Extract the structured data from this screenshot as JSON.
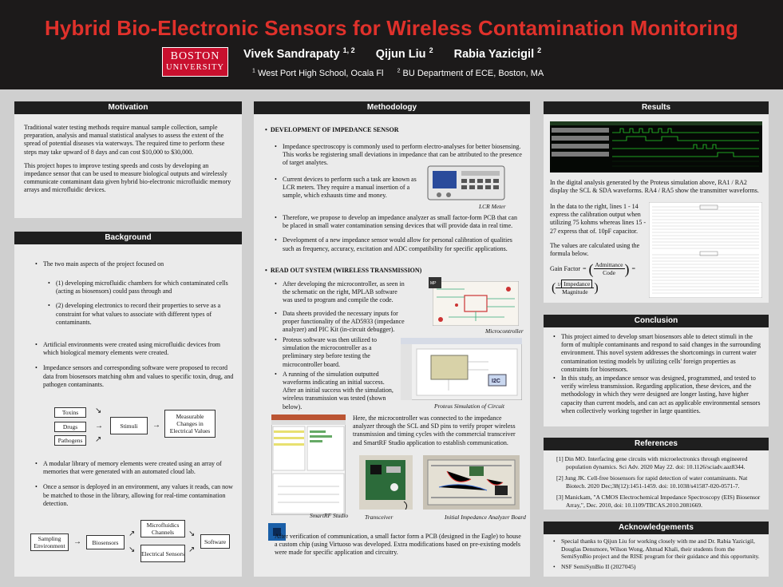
{
  "title": "Hybrid Bio-Electronic Sensors for Wireless Contamination Monitoring",
  "logo": {
    "line1": "BOSTON",
    "line2": "UNIVERSITY"
  },
  "authors": [
    {
      "name": "Vivek Sandrapaty",
      "sup": "1, 2"
    },
    {
      "name": "Qijun Liu",
      "sup": "2"
    },
    {
      "name": "Rabia Yazicigil",
      "sup": "2"
    }
  ],
  "affiliations": [
    {
      "sup": "1",
      "text": "West Port High School, Ocala Fl"
    },
    {
      "sup": "2",
      "text": "BU Department of ECE, Boston, MA"
    }
  ],
  "motivation": {
    "heading": "Motivation",
    "p1": "Traditional water testing methods require manual sample collection, sample preparation, analysis and manual statistical analyses to assess the extent of the spread of potential diseases via waterways. The required time to perform these steps may take upward of 8 days and can cost $10,000 to $30,000.",
    "p2": "This project hopes to improve testing speeds and costs by developing an impedance sensor that can be used to measure biological outputs and wirelessly communicate contaminant data given hybrid bio-electronic microfluidic memory arrays and microfluidic devices."
  },
  "background": {
    "heading": "Background",
    "b1": "The two main aspects of the project focused on",
    "b1a": "(1) developing microfluidic chambers for which contaminated cells (acting as biosensors) could pass through and",
    "b1b": "(2) developing electronics to record their properties to serve as a constraint for what values to associate with different types of contaminants.",
    "b2": "Artificial environments were created using microfluidic devices from which biological memory elements were created.",
    "b3": "Impedance sensors and corresponding software were proposed to record data from biosensors matching ohm and values to specific toxin, drug, and pathogen contaminants.",
    "flow1": {
      "toxins": "Toxins",
      "drugs": "Drugs",
      "pathogens": "Pathogens",
      "stimuli": "Stimuli",
      "changes": "Measurable Changes in Electrical Values"
    },
    "b4": "A modular library of memory elements were created using an array of memories that were generated with an automated cloud lab.",
    "b5": "Once a sensor is deployed in an environment, any values it reads, can now be matched to those in the library, allowing for real-time contamination detection.",
    "flow2": {
      "sampling": "Sampling Environment",
      "biosensors": "Biosensors",
      "channels": "Microfluidics Channels",
      "sensors": "Electrical Sensors",
      "software": "Software"
    }
  },
  "methodology": {
    "heading": "Methodology",
    "s1_title": "DEVELOPMENT OF IMPEDANCE SENSOR",
    "s1_b1": "Impedance spectroscopy is commonly used to perform electro-analyses for better biosensing. This works be registering small deviations in impedance that can be attributed to the presence of target analytes.",
    "s1_b2": "Current devices to perform such a task are known as LCR meters. They require a manual insertion of a sample, which exhausts time and money.",
    "lcr_caption": "LCR Meter",
    "s1_b3": "Therefore, we propose to develop an impedance analyzer as small factor-form PCB that can be placed in small water contamination sensing devices that will provide data in real time.",
    "s1_b4": "Development of a new impedance sensor would allow for personal calibration of qualities such as frequency, accuracy, excitation and ADC compatibility for specific applications.",
    "s2_title": "READ OUT SYSTEM (WIRELESS TRANSMISSION)",
    "s2_b1": "After developing the microcontroller, as seen in the schematic on the right, MPLAB software was used to program and compile the code.",
    "s2_b2": "Data sheets provided the necessary inputs for proper functionality of the AD5933 (impedance analyzer) and PIC Kit (in-circuit debugger).",
    "micro_caption": "Microcontroller",
    "s2_b3": "Proteus software was then utilized to simulation the microcontroller as a preliminary step before testing the microcontroller board.",
    "s2_b4": "A running of the simulation outputted waveforms indicating an initial success. After an initial success with the simulation, wireless transmission was tested (shown below).",
    "proteus_caption": "Proteus Simulation of  Circuit",
    "p_rf": "Here, the microcontroller was connected to the impedance analyzer through the SCL and SD pins to verify proper wireless transmission and timing cycles with the commercial transceiver and SmartRF Studio application to establish communication.",
    "smartrf_caption": "SmartRF Studio",
    "transceiver_caption": "Transceiver",
    "board_caption": "Initial Impedance Analyzer Board",
    "p_pcb": "After verification of communication, a small factor form a PCB (designed in the Eagle) to house a custom chip (using Virtuoso was developed. Extra modifications based on pre-existing models were made for specific application and circuitry."
  },
  "results": {
    "heading": "Results",
    "p1": "In the digital analysis generated by the Proteus simulation above,  RA1 / RA2 display the SCL & SDA waveforms. RA4 / RA5 show the transmitter waveforms.",
    "p2": "In the data to the right, lines 1 - 14 express the calibration output when utilizing 75 kohms whereas lines 15 - 27 express that of. 10pF capacitor.",
    "p3": "The values are calculated using the formula below.",
    "gain_label": "Gain Factor",
    "admittance": "Admittance",
    "code": "Code",
    "impedance": "Impedance",
    "magnitude": "Magnitude"
  },
  "conclusion": {
    "heading": "Conclusion",
    "b1": "This project aimed to develop smart biosensors able to detect stimuli in the form of multiple contaminants and respond to said changes in the surrounding environment. This novel system addresses the shortcomings in current water contamination testing models by utilizing cells' foreign properties as constraints for biosensors.",
    "b2": "In this study, an impedance sensor was designed, programmed, and tested to verify wireless transmission. Regarding application, these devices, and the methodology in which they were designed are longer lasting, have higher capacity than current models, and can act as applicable environmental sensors when collectively working together in large quantities."
  },
  "references": {
    "heading": "References",
    "items": [
      "[1] Din MO. Interfacing gene circuits with microelectronics through engineered population dynamics. Sci Adv. 2020 May 22. doi: 10.1126/sciadv.aaz8344.",
      "[2] Jung JK. Cell-free biosensors for rapid detection of water contaminants. Nat Biotech. 2020 Dec;38(12):1451-1459. doi: 10.1038/s41587-020-0571-7.",
      "[3] Manickam, \"A CMOS Electrochemical Impedance Spectroscopy (EIS) Biosensor Array,\", Dec. 2010, doi: 10.1109/TBCAS.2010.2081669."
    ]
  },
  "acknowledgements": {
    "heading": "Acknowledgements",
    "b1": "Special thanks to Qijun Liu for working closely with me and Dr. Rabia Yazicigil, Douglas Densmore, Wilson Wong, Ahmad Khali, their students from the SemiSynBio project and the RISE program for their guidance and this opportunity.",
    "b2": "NSF SemiSynBio II (2027045)"
  },
  "colors": {
    "title_red": "#e0312b",
    "header_bg": "#1c1a1a",
    "logo_red": "#c8102e",
    "waveform_green": "#29d32b"
  }
}
